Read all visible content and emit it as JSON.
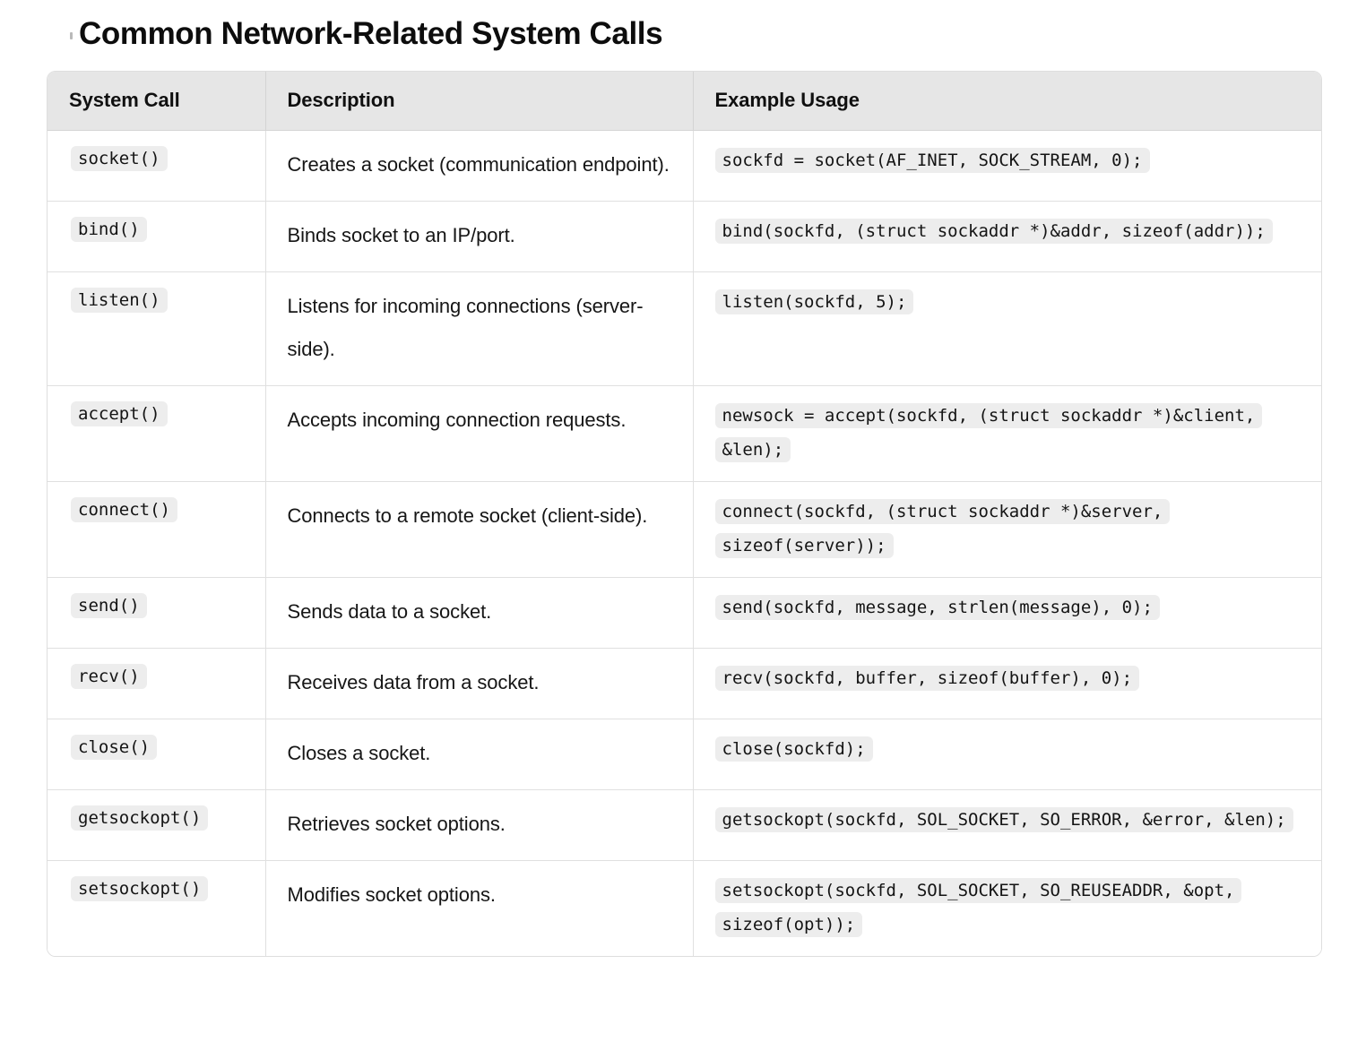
{
  "page": {
    "title": "Common Network-Related System Calls",
    "title_marker": "bullet-artifact"
  },
  "table": {
    "columns": [
      "System Call",
      "Description",
      "Example Usage"
    ],
    "rows": [
      {
        "call": "socket()",
        "description": "Creates a socket (communication endpoint).",
        "example": "sockfd = socket(AF_INET, SOCK_STREAM, 0);"
      },
      {
        "call": "bind()",
        "description": "Binds socket to an IP/port.",
        "example": "bind(sockfd, (struct sockaddr *)&addr, sizeof(addr));"
      },
      {
        "call": "listen()",
        "description": "Listens for incoming connections (server-side).",
        "example": "listen(sockfd, 5);"
      },
      {
        "call": "accept()",
        "description": "Accepts incoming connection requests.",
        "example": "newsock = accept(sockfd, (struct sockaddr *)&client, &len);"
      },
      {
        "call": "connect()",
        "description": "Connects to a remote socket (client-side).",
        "example": "connect(sockfd, (struct sockaddr *)&server, sizeof(server));"
      },
      {
        "call": "send()",
        "description": "Sends data to a socket.",
        "example": "send(sockfd, message, strlen(message), 0);"
      },
      {
        "call": "recv()",
        "description": "Receives data from a socket.",
        "example": "recv(sockfd, buffer, sizeof(buffer), 0);"
      },
      {
        "call": "close()",
        "description": "Closes a socket.",
        "example": "close(sockfd);"
      },
      {
        "call": "getsockopt()",
        "description": "Retrieves socket options.",
        "example": "getsockopt(sockfd, SOL_SOCKET, SO_ERROR, &error, &len);"
      },
      {
        "call": "setsockopt()",
        "description": "Modifies socket options.",
        "example": "setsockopt(sockfd, SOL_SOCKET, SO_REUSEADDR, &opt, sizeof(opt));"
      }
    ]
  },
  "colors": {
    "page_background": "#ffffff",
    "header_background": "#e6e6e6",
    "code_chip_background": "#ededed",
    "table_border": "#dedede",
    "row_divider": "#e0e0e0",
    "text": "#161616"
  }
}
